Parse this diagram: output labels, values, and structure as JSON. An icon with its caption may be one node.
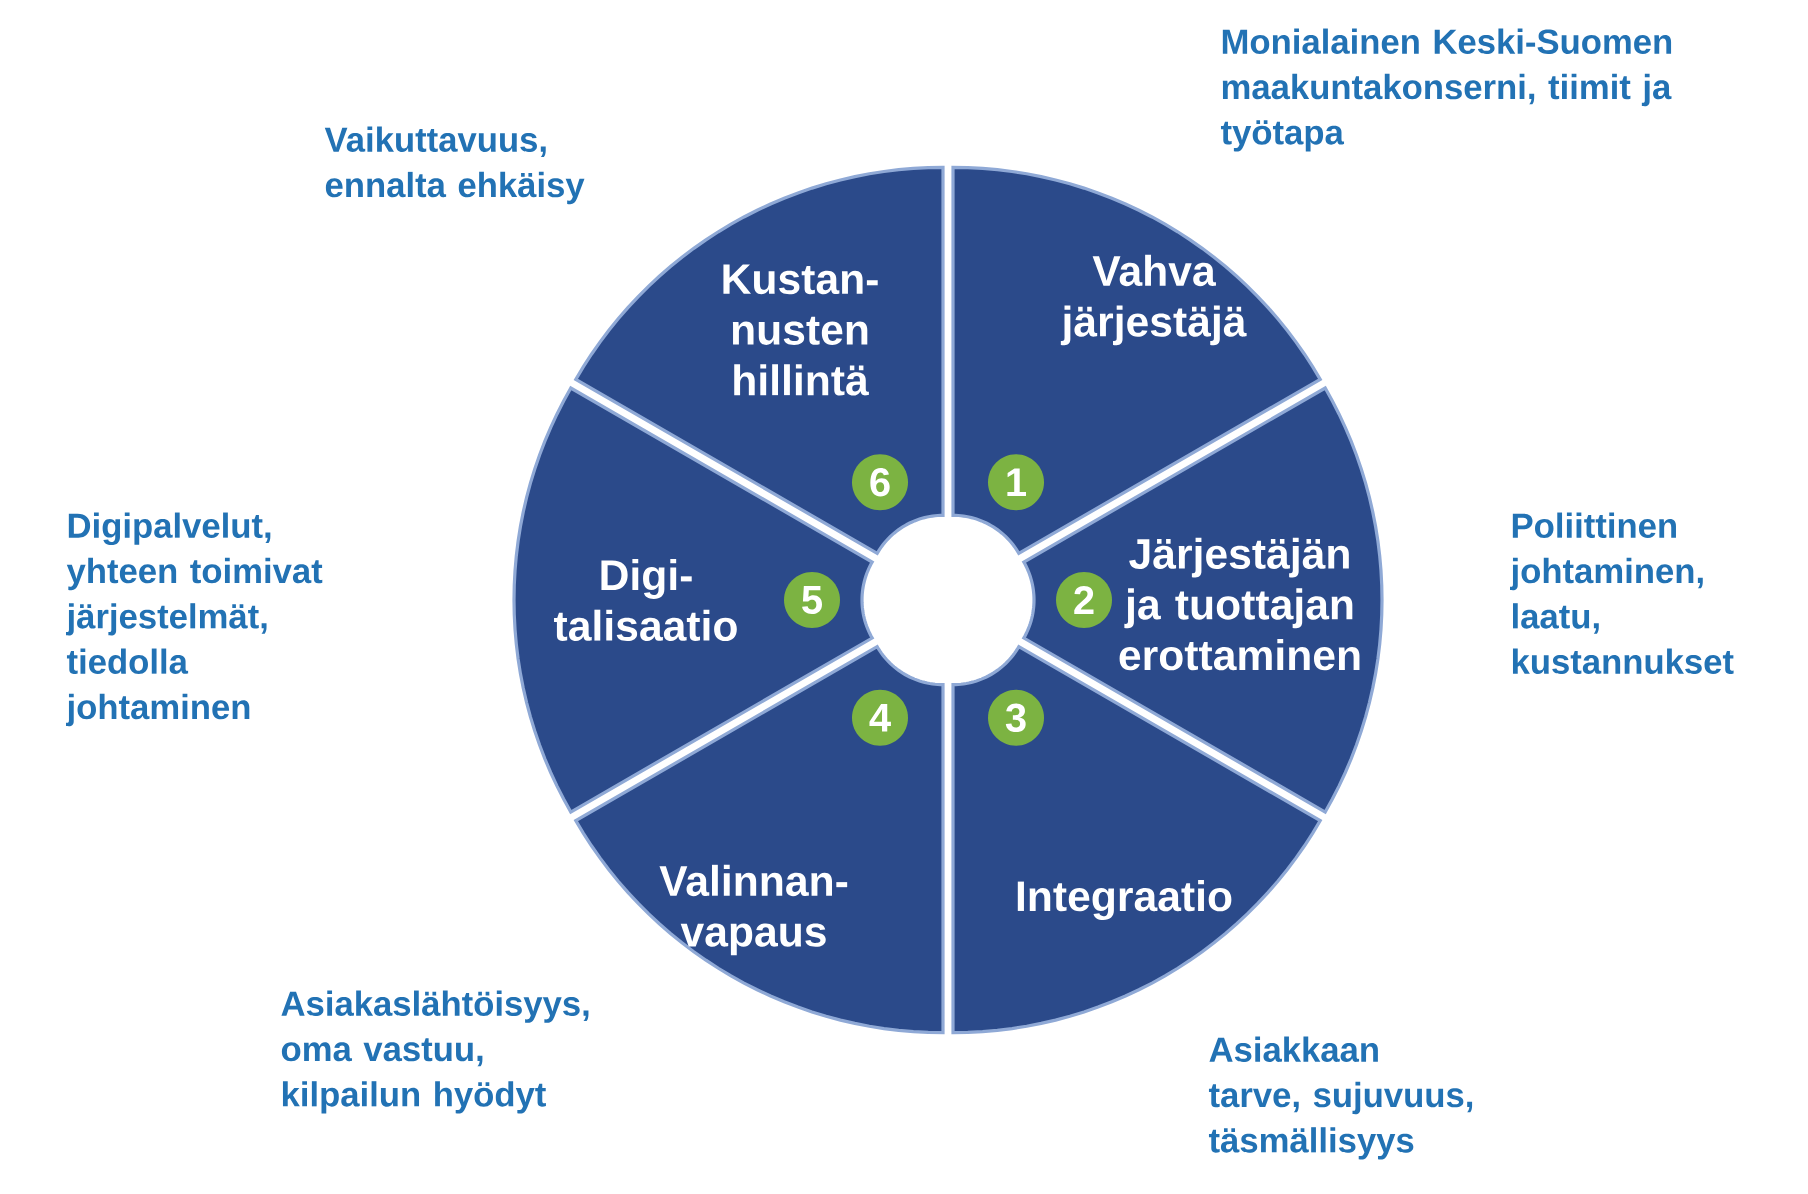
{
  "diagram": {
    "nodes": [
      {
        "text": [
          "Vahva järjestäjä"
        ]
      },
      {
        "text": [
          "1"
        ],
        "in": 0
      },
      {
        "text": [
          "Järjestäjän ja tuottajan erottaminen"
        ]
      },
      {
        "text": [
          "2"
        ],
        "in": 2
      },
      {
        "text": [
          "Integraatio"
        ]
      },
      {
        "text": [
          "3"
        ],
        "in": 4
      },
      {
        "text": [
          "Valinnan- vapaus"
        ]
      },
      {
        "text": [
          "4"
        ],
        "in": 6
      },
      {
        "text": [
          "Digi- talisaatio"
        ]
      },
      {
        "text": [
          "5"
        ],
        "in": 8
      },
      {
        "text": [
          "Kustan- nusten hillintä"
        ]
      },
      {
        "text": [
          "6"
        ],
        "in": 10
      }
    ],
    "labels": [
      "Monialainen Keski-Suomen maakuntakonserni, tiimit ja työtapa",
      "Vaikuttavuus, ennalta ehkäisy",
      "Digipalvelut, yhteen toimivat järjestelmät, tiedolla johtaminen",
      "Poliittinen johtaminen, laatu, kustannukset",
      "Asiakaslähtöisyys, oma vastuu, kilpailun hyödyt",
      "Asiakkaan tarve, sujuvuus, täsmällisyys"
    ]
  }
}
